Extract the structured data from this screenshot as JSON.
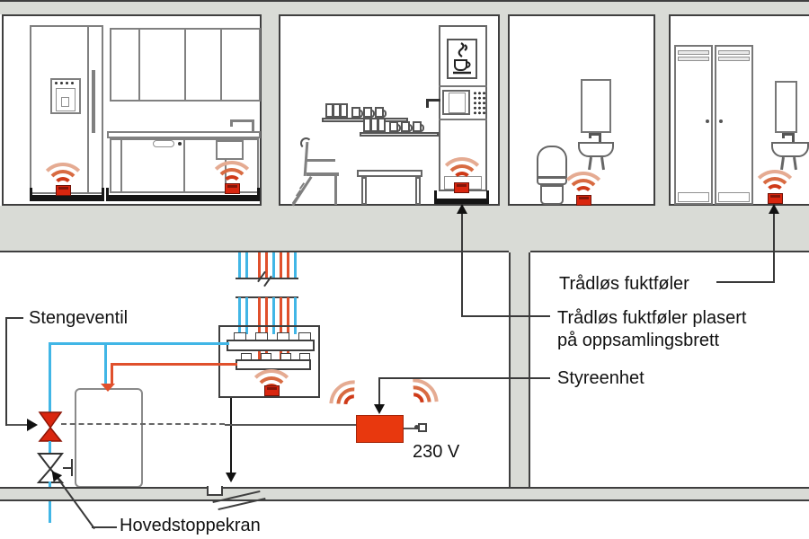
{
  "diagram": {
    "labels": {
      "stengeventil": "Stengeventil",
      "tradlos_fuktfoler": "Trådløs fuktføler",
      "tradlos_fuktfoler_plasert_1": "Trådløs fuktføler plasert",
      "tradlos_fuktfoler_plasert_2": "på oppsamlingsbrett",
      "styreenhet": "Styreenhet",
      "voltage": "230 V",
      "hovedstoppekran": "Hovedstoppekran"
    },
    "colors": {
      "cold_pipe": "#41b6e6",
      "hot_pipe": "#e0502c",
      "sensor_red": "#d9260f",
      "control_red": "#e8380e",
      "arc_inner": "#cf3a18",
      "arc_mid": "#d86b42",
      "arc_outer": "#e5ab92",
      "wall_gray": "#d9dbd6",
      "outline_dark": "#3f3f3f",
      "furniture_gray": "#808080"
    }
  }
}
